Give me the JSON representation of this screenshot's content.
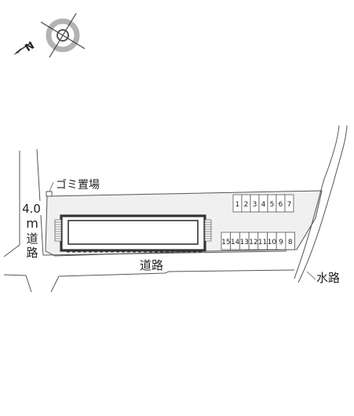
{
  "colors": {
    "line": "#555555",
    "lot_fill": "#f0f0f0",
    "building_border": "#333333",
    "compass_gray": "#b3b3b3",
    "compass_dark": "#555555"
  },
  "compass": {
    "north_letter": "N"
  },
  "labels": {
    "garbage": "ゴミ置場",
    "road_south": "道路",
    "road_west_width": "4.0",
    "road_west_unit": "m",
    "road_west_chars": [
      "道",
      "路"
    ],
    "waterway": "水路"
  },
  "parking": {
    "north_row": [
      "1",
      "2",
      "3",
      "4",
      "5",
      "6",
      "7"
    ],
    "south_row": [
      "15",
      "14",
      "13",
      "12",
      "11",
      "10",
      "9",
      "8"
    ]
  }
}
